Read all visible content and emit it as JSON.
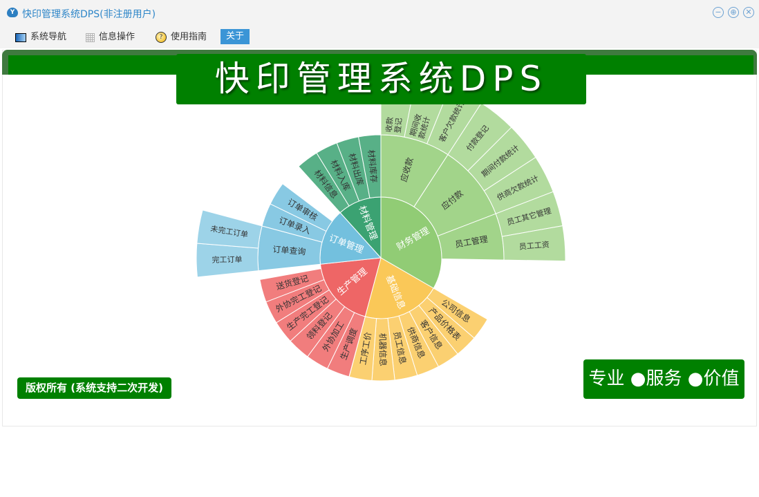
{
  "window": {
    "title": "快印管理系统DPS(非注册用户)",
    "app_icon_text": "Y",
    "controls": {
      "minimize": "−",
      "restore": "⊕",
      "close": "✕"
    }
  },
  "menu": [
    {
      "label": "系统导航",
      "icon": "nav-window-icon"
    },
    {
      "label": "信息操作",
      "icon": "grid-icon"
    },
    {
      "label": "使用指南",
      "icon": "help-icon"
    },
    {
      "label": "关于",
      "icon": null
    }
  ],
  "banner": {
    "title": "快印管理系统DPS"
  },
  "footer": {
    "copyright": "版权所有 (系统支持二次开发)",
    "slogan": "专业 ●服务 ●价值"
  },
  "colors": {
    "brand_green": "#008000",
    "menu_active": "#3b95d6"
  },
  "chart_data": {
    "type": "sunburst",
    "title": "",
    "children": [
      {
        "name": "财务管理",
        "value": 120,
        "color": "#91cc75",
        "children": [
          {
            "name": "应收款",
            "value": 33,
            "children": [
              {
                "name": "收款登记",
                "value": 11
              },
              {
                "name": "期间收款统计",
                "value": 11
              },
              {
                "name": "客户欠款统计",
                "value": 11
              }
            ]
          },
          {
            "name": "应付款",
            "value": 36,
            "children": [
              {
                "name": "付款登记",
                "value": 12
              },
              {
                "name": "期间付款统计",
                "value": 12
              },
              {
                "name": "供商欠款统计",
                "value": 12
              }
            ]
          },
          {
            "name": "员工管理",
            "value": 22,
            "children": [
              {
                "name": "员工其它管理",
                "value": 11
              },
              {
                "name": "员工工资",
                "value": 11
              }
            ]
          }
        ]
      },
      {
        "name": "基础信息",
        "value": 75,
        "color": "#fac858",
        "children": [
          {
            "name": "公司信息",
            "value": 10.7
          },
          {
            "name": "产品价格表",
            "value": 10.7
          },
          {
            "name": "客户信息",
            "value": 10.7
          },
          {
            "name": "供商信息",
            "value": 10.7
          },
          {
            "name": "员工信息",
            "value": 10.7
          },
          {
            "name": "机器信息",
            "value": 10.7
          },
          {
            "name": "工序工价",
            "value": 10.7
          }
        ]
      },
      {
        "name": "生产管理",
        "value": 69,
        "color": "#ee6666",
        "children": [
          {
            "name": "生产调度",
            "value": 10.8
          },
          {
            "name": "外协加工",
            "value": 10.8
          },
          {
            "name": "领料登记",
            "value": 10.8
          },
          {
            "name": "生产完工登记",
            "value": 10.8
          },
          {
            "name": "外协完工登记",
            "value": 10.8
          },
          {
            "name": "送货登记",
            "value": 10.8
          }
        ]
      },
      {
        "name": "订单管理",
        "value": 54,
        "color": "#73c0de",
        "children": [
          {
            "name": "订单查询",
            "value": 21,
            "children": [
              {
                "name": "完工订单",
                "value": 10.5
              },
              {
                "name": "未完工订单",
                "value": 10.5
              }
            ]
          },
          {
            "name": "订单录入",
            "value": 11
          },
          {
            "name": "订单审核",
            "value": 11
          }
        ]
      },
      {
        "name": "材料管理",
        "value": 42,
        "color": "#3ba272",
        "children": [
          {
            "name": "材料信息",
            "value": 10.5
          },
          {
            "name": "材料入库",
            "value": 10.5
          },
          {
            "name": "材料出库",
            "value": 10.5
          },
          {
            "name": "材料库存",
            "value": 10.5
          }
        ]
      }
    ]
  }
}
